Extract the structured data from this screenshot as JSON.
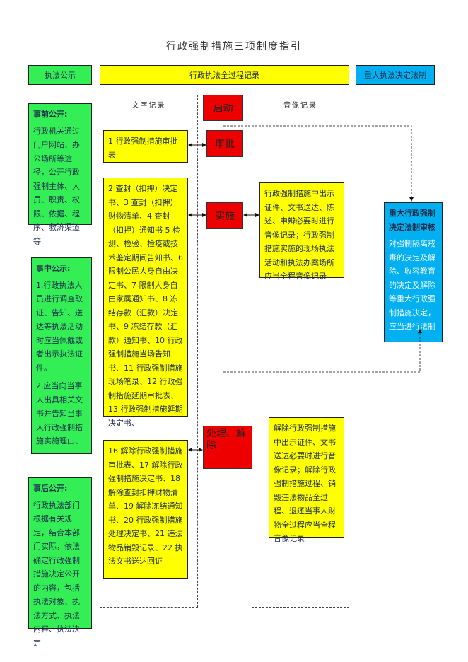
{
  "title": "行政强制措施三项制度指引",
  "headers": {
    "left": "执法公示",
    "middle": "行政执法全过程记录",
    "right": "重大执法决定法制"
  },
  "column_headers": {
    "text": "文字记录",
    "av": "音像记录"
  },
  "stages": {
    "start": "启动",
    "approve": "审批",
    "implement": "实施",
    "handle": "处理、解除"
  },
  "publicity": {
    "before_title": "事前公开:",
    "before_body": "行政机关通过门户网站、办公场所等途径，公开行政强制主体、人员、职责、权限、依据、程序、救济渠道等",
    "during_title": "事中公示:",
    "during_body_1": "1.行政执法人员进行调查取证、告知、送达等执法活动时应当佩戴或者出示执法证件。",
    "during_body_2": "2.应当向当事人出具相关文书并告知当事人行政强制措施实施理由、",
    "after_title": "事后公开:",
    "after_body": "行政执法部门根据有关规定，结合本部门实际，依法确定行政强制措施决定公开的内容，包括执法对象、执法方式、执法内容、执法决定"
  },
  "text_records": {
    "approve": "1 行政强制措施审批表",
    "implement": "2 查封（扣押）决定书、3 查封（扣押）财物清单、4 查封（扣押）通知书 5 检测、检验、检疫或技术鉴定期间告知书、6 限制公民人身自由决定书、7 限制人身自由家属通知书、8 冻结存款（汇款）决定书、9 冻结存款（汇款）通知书、10 行政强制措施当场告知书、11 行政强制措施现场笔录、12 行政强制措施延期审批表、13 行政强制措施延期决定书、",
    "handle": "16 解除行政强制措施审批表、17 解除行政强制措施决定书、18 解除查封扣押财物清单、19 解除冻结通知书、20 行政强制措施处理决定书、21 违法物品销毁记录、22 执法文书送达回证"
  },
  "av_records": {
    "implement": "行政强制措施中出示证件、文书送达、陈述、申辩必要时进行音像记录；行政强制措施实施的现场执法活动和执法办案场所应当全程音像记录",
    "handle": "解除行政强制措施中出示证件、文书送达必要时进行音像记录；解除行政强制措施过程、销毁违法物品全过程、退还当事人财物全过程应当全程音像记录"
  },
  "legal_review": {
    "title": "重大行政强制决定法制审核",
    "body": "对强制隔离戒毒的决定及解除、收容教育的决定及解除等重大行政强制措施决定，应当进行法制"
  },
  "colors": {
    "green": "#33ee55",
    "yellow": "#ffff00",
    "cyan": "#00b0f0",
    "red": "#ee0000"
  }
}
